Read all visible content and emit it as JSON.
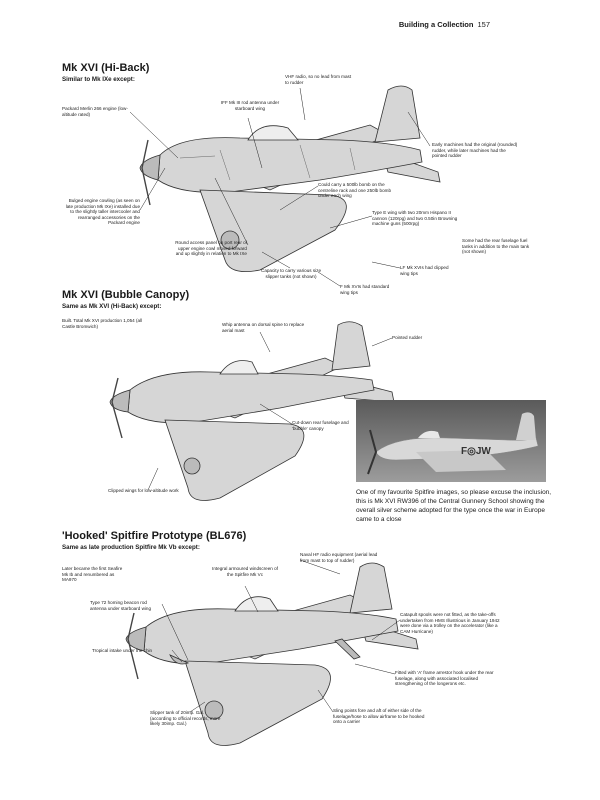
{
  "header": {
    "title": "Building a Collection",
    "page": "157"
  },
  "s1": {
    "title": "Mk XVI (Hi-Back)",
    "subtitle": "Similar to Mk IXe except:",
    "notes": [
      "Packard Merlin 266 engine (low-altitude rated)",
      "IFF Mk III rod antenna under starboard wing",
      "VHF radio, so no lead from mast to rudder",
      "Early machines had the original (rounded) rudder, while later machines had the pointed rudder",
      "Could carry a 500lb bomb on the centreline rack and one 250lb bomb under each wing",
      "Type E wing with two 20mm Hispano II cannon (120rpg) and two 0.50in Browning machine guns (500rpg)",
      "Some had the rear fuselage fuel tanks in addition to the main tank (not shown)",
      "Bulged engine cowling (as seen on late production Mk IXe) installed due to the slightly taller intercooler and rearranged accessories on the Packard engine",
      "Round access panel on port rear of upper engine cowl moved forward and up slightly in relation to Mk IXe",
      "Capacity to carry various size slipper tanks (not shown)",
      "LF Mk XVIs had clipped wing tips",
      "F Mk XVIs had standard wing tips"
    ]
  },
  "s2": {
    "title": "Mk XVI (Bubble Canopy)",
    "subtitle": "Same as Mk XVI (Hi-Back) except:",
    "notes": [
      "Built. Total Mk XVI production 1,054 (all Castle Bromwich)",
      "Whip antenna on dorsal spine to replace aerial mast",
      "Pointed rudder",
      "Cut-down rear fuselage and 'bubble' canopy",
      "Clipped wings for low-altitude work"
    ],
    "photo_code": "F◎JW",
    "caption": "One of my favourite Spitfire images, so please excuse the inclusion, this is Mk XVI RW396 of the Central Gunnery School showing the overall silver scheme adopted for the type once the war in Europe came to a close"
  },
  "s3": {
    "title": "'Hooked' Spitfire Prototype (BL676)",
    "subtitle": "Same as late production Spitfire Mk Vb except:",
    "notes": [
      "Later became the first Seafire Mk Ib and renumbered as MA970",
      "Integral armoured windscreen of the Spitfire Mk Vc",
      "Naval HF radio equipment (aerial lead from mast to top of rudder)",
      "Type 72 homing beacon rod antenna under starboard wing",
      "Catapult spools were not fitted, as the take-offs undertaken from HMS Illustrious in January 1942 were done via a trolley on the accelerator (like a CAM Hurricane)",
      "Tropical intake under the chin",
      "Fitted with 'A' frame arrestor hook under the rear fuselage, along with associated localised strengthening of the longerons etc.",
      "Slipper tank of 20imp. Gal. (according to official records, more likely 30imp. Gal.)",
      "Sling points fore and aft of either side of the fuselage/hose to allow airframe to be hooked onto a carrier"
    ]
  },
  "colors": {
    "ink": "#1a1a1a",
    "plane_fill": "#d6d6d6",
    "plane_stroke": "#333333",
    "photo_sky": "#8a8a8a"
  }
}
